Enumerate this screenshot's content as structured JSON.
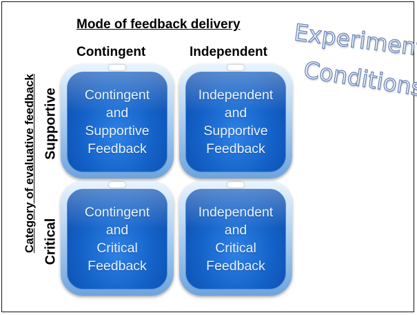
{
  "header": {
    "mode_title": "Mode of feedback delivery",
    "col_contingent": "Contingent",
    "col_independent": "Independent"
  },
  "side": {
    "category_title": "Category of evaluative feedback",
    "row_supportive": "Supportive",
    "row_critical": "Critical"
  },
  "corner_title": {
    "line1": "Experimental",
    "line2": "Conditions"
  },
  "cells": {
    "contingent_supportive": [
      "Contingent",
      "and",
      "Supportive",
      "Feedback"
    ],
    "independent_supportive": [
      "Independent",
      "and",
      "Supportive",
      "Feedback"
    ],
    "contingent_critical": [
      "Contingent",
      "and",
      "Critical",
      "Feedback"
    ],
    "independent_critical": [
      "Independent",
      "and",
      "Critical",
      "Feedback"
    ]
  },
  "colors": {
    "tile_blue": "#1463c9",
    "tile_frame": "#a9cdf0",
    "wordart_outline": "#6f86b3"
  }
}
